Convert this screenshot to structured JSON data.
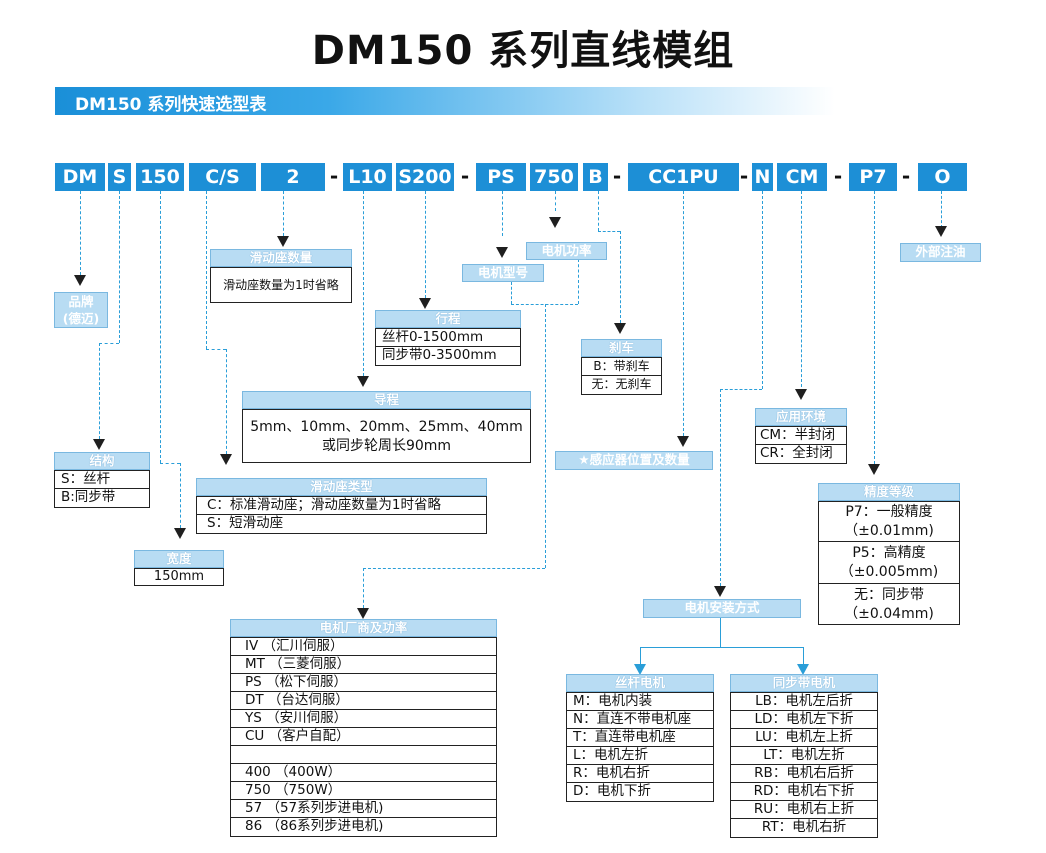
{
  "title": "DM150 系列直线模组",
  "banner": "DM150 系列快速选型表",
  "codes": [
    "DM",
    "S",
    "150",
    "C/S",
    "2",
    "L10",
    "S200",
    "PS",
    "750",
    "B",
    "CC1PU",
    "N",
    "CM",
    "P7",
    "O"
  ],
  "dash": "-",
  "brand": {
    "header": "品牌",
    "sub": "(德迈)"
  },
  "slide_count": {
    "header": "滑动座数量",
    "text": "滑动座数量为1时省略"
  },
  "motor_model": {
    "header": "电机型号"
  },
  "motor_power": {
    "header": "电机功率"
  },
  "external_oil": {
    "header": "外部注油"
  },
  "stroke": {
    "header": "行程",
    "rows": [
      "丝杆0-1500mm",
      "同步带0-3500mm"
    ]
  },
  "brake": {
    "header": "刹车",
    "rows": [
      "B：带刹车",
      "无：无刹车"
    ]
  },
  "lead": {
    "header": "导程",
    "line1": "5mm、10mm、20mm、25mm、40mm",
    "line2": "或同步轮周长90mm"
  },
  "structure": {
    "header": "结构",
    "rows": [
      "S：丝杆",
      "B:同步带"
    ]
  },
  "sensor": {
    "header": "★感应器位置及数量"
  },
  "environment": {
    "header": "应用环境",
    "rows": [
      "CM：半封闭",
      "CR：全封闭"
    ]
  },
  "slide_type": {
    "header": "滑动座类型",
    "rows": [
      "C：标准滑动座；滑动座数量为1时省略",
      "S：短滑动座"
    ]
  },
  "precision": {
    "header": "精度等级",
    "rows": [
      "P7：一般精度",
      "（±0.01mm)",
      "P5：高精度",
      "（±0.005mm)",
      "无：同步带",
      "（±0.04mm)"
    ]
  },
  "width": {
    "header": "宽度",
    "text": "150mm"
  },
  "motor_mount": {
    "header": "电机安装方式"
  },
  "motor_maker": {
    "header": "电机厂商及功率",
    "rows": [
      "IV （汇川伺服）",
      "MT （三菱伺服）",
      "PS （松下伺服）",
      "DT （台达伺服）",
      "YS （安川伺服）",
      "CU （客户自配）",
      "",
      "400 （400W）",
      "750 （750W）",
      "57 （57系列步进电机)",
      "86 （86系列步进电机)"
    ]
  },
  "screw_motor": {
    "header": "丝杆电机",
    "rows": [
      "M：电机内装",
      "N：直连不带电机座",
      "T：直连带电机座",
      "L：电机左折",
      "R：电机右折",
      "D：电机下折"
    ]
  },
  "belt_motor": {
    "header": "同步带电机",
    "rows": [
      "LB：电机左后折",
      "LD：电机左下折",
      "LU：电机左上折",
      "LT：电机左折",
      "RB：电机右后折",
      "RD：电机右下折",
      "RU：电机右上折",
      "RT：电机右折"
    ]
  }
}
